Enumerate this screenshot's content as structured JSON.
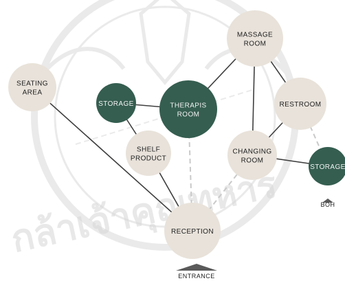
{
  "colors": {
    "light_node": "#e8e2da",
    "dark_node": "#355e50",
    "edge": "#3e3e3e",
    "dashed_edge": "#c9c9c9",
    "label_dark": "#222222",
    "label_light": "#f2f2f2",
    "watermark": "#d9d9d9"
  },
  "watermark": {
    "kind": "university seal and text",
    "text": "กล้าเจ้าคุณทหาร"
  },
  "nodes": [
    {
      "id": "seating",
      "lines": [
        "SEATING",
        "AREA"
      ],
      "style": "light"
    },
    {
      "id": "storage1",
      "lines": [
        "STORAGE"
      ],
      "style": "dark"
    },
    {
      "id": "therapis",
      "lines": [
        "THERAPIS",
        "ROOM"
      ],
      "style": "dark"
    },
    {
      "id": "massage",
      "lines": [
        "MASSAGE",
        "ROOM"
      ],
      "style": "light"
    },
    {
      "id": "restroom",
      "lines": [
        "RESTROOM"
      ],
      "style": "light"
    },
    {
      "id": "shelf",
      "lines": [
        "SHELF",
        "PRODUCT"
      ],
      "style": "light"
    },
    {
      "id": "changing",
      "lines": [
        "CHANGING",
        "ROOM"
      ],
      "style": "light"
    },
    {
      "id": "storage2",
      "lines": [
        "STORAGE"
      ],
      "style": "dark"
    },
    {
      "id": "reception",
      "lines": [
        "RECEPTION"
      ],
      "style": "light"
    }
  ],
  "edges": [
    {
      "from": "seating",
      "to": "reception",
      "style": "solid"
    },
    {
      "from": "storage1",
      "to": "therapis",
      "style": "solid"
    },
    {
      "from": "storage1",
      "to": "shelf",
      "style": "solid"
    },
    {
      "from": "therapis",
      "to": "massage",
      "style": "solid"
    },
    {
      "from": "therapis",
      "to": "reception",
      "style": "dashed"
    },
    {
      "from": "massage",
      "to": "restroom",
      "style": "solid"
    },
    {
      "from": "massage",
      "to": "changing",
      "style": "solid"
    },
    {
      "from": "restroom",
      "to": "changing",
      "style": "solid"
    },
    {
      "from": "restroom",
      "to": "storage2",
      "style": "dashed"
    },
    {
      "from": "shelf",
      "to": "reception",
      "style": "solid"
    },
    {
      "from": "changing",
      "to": "storage2",
      "style": "solid"
    },
    {
      "from": "changing",
      "to": "reception",
      "style": "dashed"
    }
  ],
  "markers": [
    {
      "id": "boh",
      "label": "BOH"
    },
    {
      "id": "entrance",
      "label": "ENTRANCE"
    }
  ]
}
